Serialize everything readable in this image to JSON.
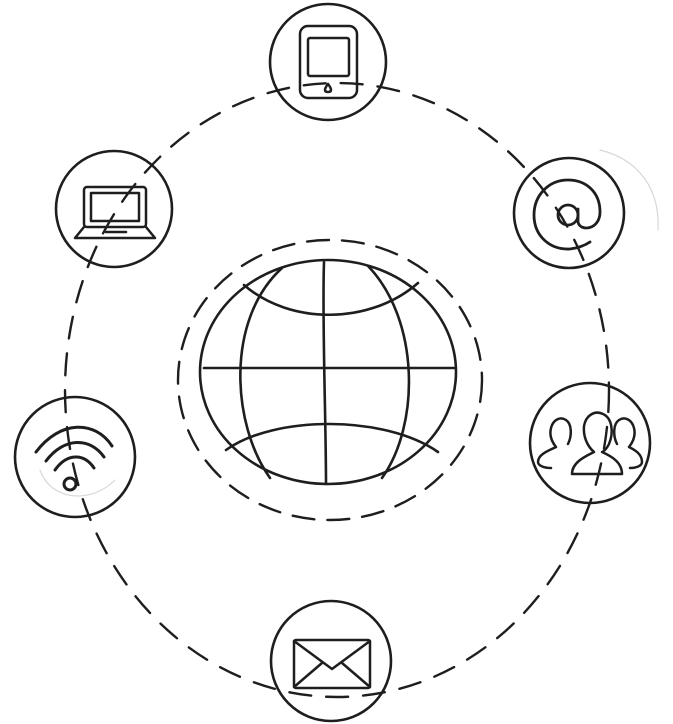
{
  "colors": {
    "ink": "#1e1e1e",
    "paper": "#ffffff",
    "faint": "#d8d8d8"
  },
  "nodes": [
    {
      "id": "tablet",
      "icon": "tablet-icon"
    },
    {
      "id": "email-at",
      "icon": "at-sign-icon"
    },
    {
      "id": "users",
      "icon": "users-group-icon"
    },
    {
      "id": "mail",
      "icon": "envelope-icon"
    },
    {
      "id": "wifi",
      "icon": "wifi-icon"
    },
    {
      "id": "laptop",
      "icon": "laptop-icon"
    }
  ],
  "center": {
    "icon": "globe-icon"
  }
}
